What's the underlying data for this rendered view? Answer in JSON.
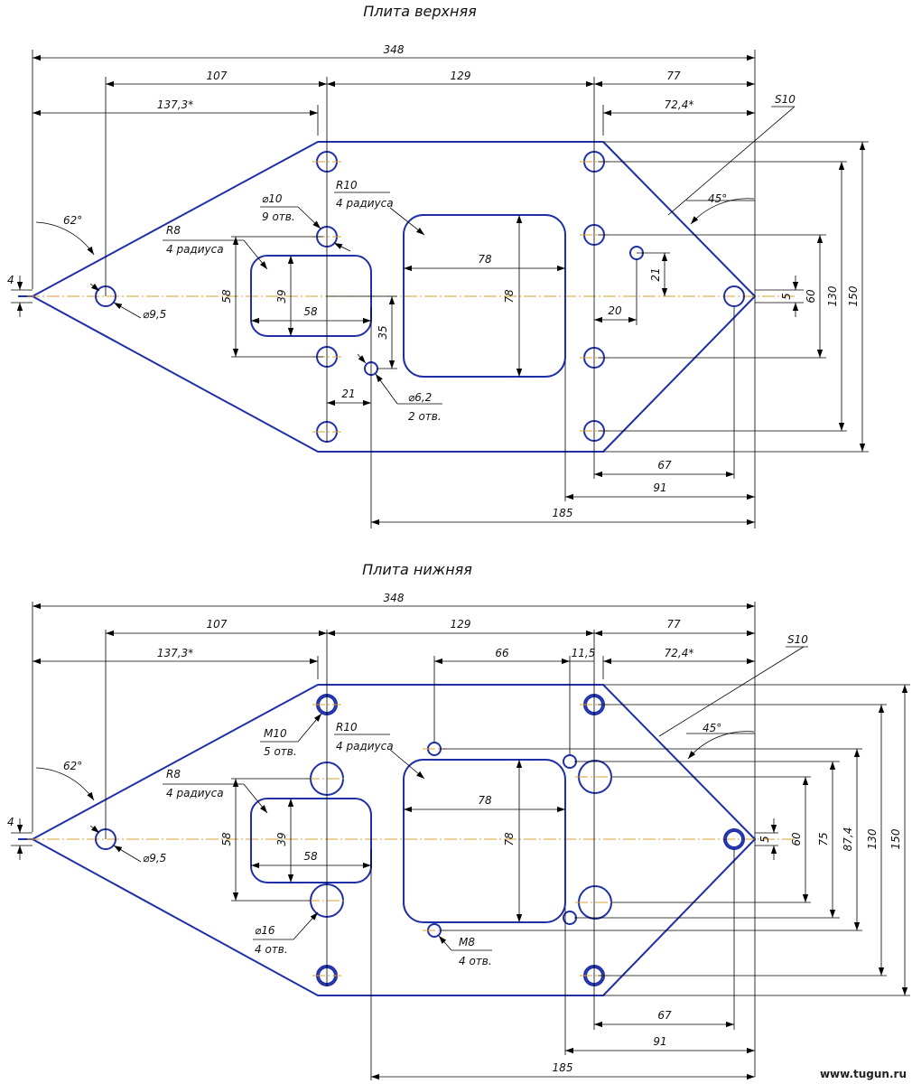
{
  "top": {
    "title": "Плита верхняя",
    "d_348": "348",
    "d_107": "107",
    "d_129": "129",
    "d_77": "77",
    "d_137_3": "137,3*",
    "d_72_4": "72,4*",
    "thickness": "S10",
    "angle_62": "62°",
    "angle_45": "45°",
    "r8": "R8",
    "r8_note": "4 радиуса",
    "d10": "⌀10",
    "d10_note": "9 отв.",
    "r10": "R10",
    "r10_note": "4 радиуса",
    "d95": "⌀9,5",
    "d_4": "4",
    "d_58v": "58",
    "d_39": "39",
    "d_58h": "58",
    "d_35": "35",
    "d_21h": "21",
    "d62": "⌀6,2",
    "d62_note": "2 отв.",
    "d_78h": "78",
    "d_78v": "78",
    "d_21v": "21",
    "d_20": "20",
    "d_5": "5",
    "d_60": "60",
    "d_130": "130",
    "d_150": "150",
    "d_67": "67",
    "d_91": "91",
    "d_185": "185"
  },
  "bottom": {
    "title": "Плита нижняя",
    "d_348": "348",
    "d_107": "107",
    "d_129": "129",
    "d_77": "77",
    "d_137_3": "137,3*",
    "d_66": "66",
    "d_11_5": "11,5",
    "d_72_4": "72,4*",
    "thickness": "S10",
    "angle_62": "62°",
    "angle_45": "45°",
    "m10": "M10",
    "m10_note": "5 отв.",
    "r10": "R10",
    "r10_note": "4 радиуса",
    "r8": "R8",
    "r8_note": "4 радиуса",
    "d95": "⌀9,5",
    "d_4": "4",
    "d_58v": "58",
    "d_39": "39",
    "d_58h": "58",
    "d16": "⌀16",
    "d16_note": "4 отв.",
    "m8": "M8",
    "m8_note": "4 отв.",
    "d_78h": "78",
    "d_78v": "78",
    "d_5": "5",
    "d_60": "60",
    "d_75": "75",
    "d_87_4": "87,4",
    "d_130": "130",
    "d_150": "150",
    "d_67": "67",
    "d_91": "91",
    "d_185": "185"
  },
  "watermark": "www.tugun.ru"
}
